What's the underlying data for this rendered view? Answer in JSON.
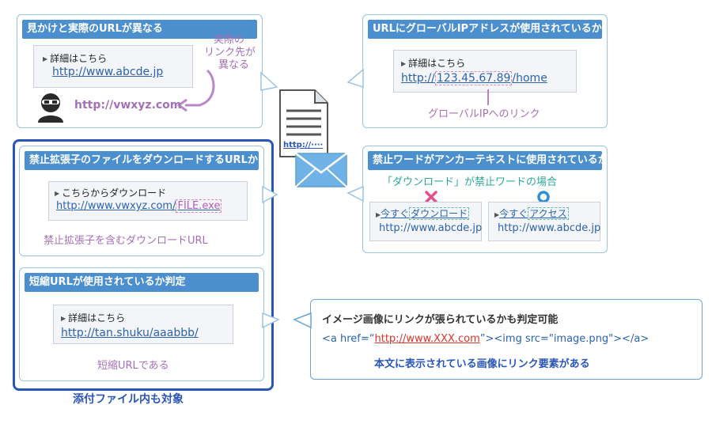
{
  "panel_url_mismatch": {
    "title": "見かけと実際のURLが異なる",
    "label": "詳細はこちら",
    "link_text": "http://www.abcde.jp",
    "actual_url": "http://vwxyz.com",
    "note_line1": "実際の",
    "note_line2": "リンク先が",
    "note_line3": "異なる"
  },
  "panel_global_ip": {
    "title": "URLにグローバルIPアドレスが使用されているか",
    "label": "詳細はこちら",
    "link_prefix": "http://",
    "link_ip": "123.45.67.89",
    "link_suffix": "/home",
    "caption": "グローバルIPへのリンク"
  },
  "panel_forbidden_ext": {
    "title": "禁止拡張子のファイルをダウンロードするURLか",
    "label": "こちらからダウンロード",
    "link_prefix": "http://www.vwxyz.com/",
    "link_file": "FILE.exe",
    "caption": "禁止拡張子を含むダウンロードURL"
  },
  "panel_forbidden_word": {
    "title": "禁止ワードがアンカーテキストに使用されているか",
    "subtitle": "「ダウンロード」が禁止ワードの場合",
    "left_prefix": "今すぐ",
    "left_word": "ダウンロード",
    "left_url": "http://www.abcde.jp",
    "right_prefix": "今すぐ",
    "right_word": "アクセス",
    "right_url": "http://www.abcde.jp",
    "ng_color": "#e0508f",
    "ok_color": "#2e8fd8"
  },
  "panel_short_url": {
    "title": "短縮URLが使用されているか判定",
    "label": "詳細はこちら",
    "link_text": "http://tan.shuku/aaabbb/",
    "caption": "短縮URLである"
  },
  "attachment_caption": "添付ファイル内も対象",
  "image_link_panel": {
    "line1": "イメージ画像にリンクが張られているかも判定可能",
    "code_open": "<a href=“",
    "code_url": "http://www.XXX.com",
    "code_rest": "”><img src=\"image.png\"></a>",
    "line3": "本文に表示されている画像にリンク要素がある"
  },
  "center_icon": {
    "doc_link_text": "http://····",
    "doc_icon": "document-icon",
    "mail_icon": "envelope-icon"
  },
  "colors": {
    "header_blue": "#4b8fce",
    "border_light": "#9bc4e2",
    "attachment_border": "#2a56b8",
    "purple": "#a470b8",
    "link_blue": "#2b63ad",
    "code_red": "#d9342b"
  }
}
